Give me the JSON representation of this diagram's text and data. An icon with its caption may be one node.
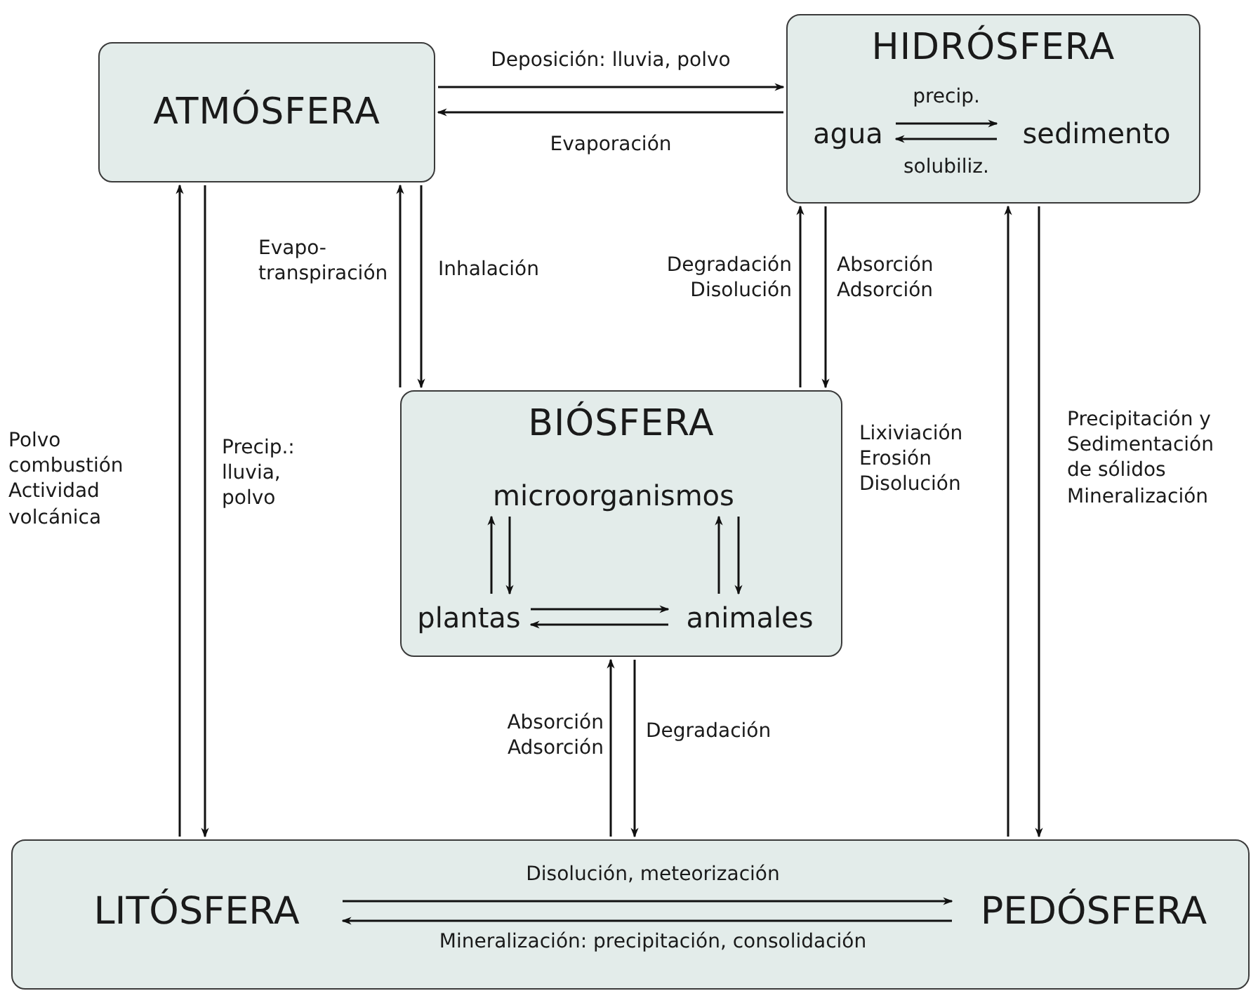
{
  "diagram": {
    "nodes": [
      {
        "text": [
          "ATMÓSFERA"
        ]
      },
      {
        "text": [
          "HIDRÓSFERA"
        ]
      },
      {
        "text": [
          "agua"
        ],
        "in": 1
      },
      {
        "text": [
          "sedimento"
        ],
        "in": 1
      },
      {
        "text": [
          "BIÓSFERA"
        ]
      },
      {
        "text": [
          "microorganismos"
        ],
        "in": 4
      },
      {
        "text": [
          "plantas"
        ],
        "in": 4
      },
      {
        "text": [
          "animales"
        ],
        "in": 4
      },
      {
        "text": [],
        "shape": "box"
      },
      {
        "text": [
          "LITÓSFERA"
        ],
        "in": 8
      },
      {
        "text": [
          "PEDÓSFERA"
        ],
        "in": 8
      }
    ],
    "edges": [
      {
        "from": 0,
        "to": 1,
        "arrow": "to",
        "label": "Deposición: lluvia, polvo"
      },
      {
        "from": 1,
        "to": 0,
        "arrow": "to",
        "label": "Evaporación"
      },
      {
        "from": 2,
        "to": 3,
        "arrow": "to",
        "label": "precip."
      },
      {
        "from": 3,
        "to": 2,
        "arrow": "to",
        "label": "solubiliz."
      },
      {
        "from": 4,
        "to": 0,
        "arrow": "to",
        "label": "Evapo- transpiración"
      },
      {
        "from": 0,
        "to": 4,
        "arrow": "to",
        "label": "Inhalación"
      },
      {
        "from": 4,
        "to": 1,
        "arrow": "to",
        "label": "Degradación Disolución"
      },
      {
        "from": 1,
        "to": 4,
        "arrow": "to",
        "label": "Absorción Adsorción"
      },
      {
        "from": 8,
        "to": 0,
        "arrow": "to",
        "label": "Polvo combustión Actividad volcánica"
      },
      {
        "from": 0,
        "to": 8,
        "arrow": "to",
        "label": "Precip.: lluvia, polvo"
      },
      {
        "from": 8,
        "to": 1,
        "arrow": "to",
        "label": "Lixiviación Erosión Disolución"
      },
      {
        "from": 1,
        "to": 8,
        "arrow": "to",
        "label": "Precipitación y Sedimentación de sólidos Mineralización"
      },
      {
        "from": 6,
        "to": 5,
        "arrow": "to"
      },
      {
        "from": 5,
        "to": 6,
        "arrow": "to"
      },
      {
        "from": 7,
        "to": 5,
        "arrow": "to"
      },
      {
        "from": 5,
        "to": 7,
        "arrow": "to"
      },
      {
        "from": 6,
        "to": 7,
        "arrow": "to"
      },
      {
        "from": 7,
        "to": 6,
        "arrow": "to"
      },
      {
        "from": 8,
        "to": 4,
        "arrow": "to",
        "label": "Absorción Adsorción"
      },
      {
        "from": 4,
        "to": 8,
        "arrow": "to",
        "label": "Degradación"
      },
      {
        "from": 9,
        "to": 10,
        "arrow": "to",
        "label": "Disolución, meteorización"
      },
      {
        "from": 10,
        "to": 9,
        "arrow": "to",
        "label": "Mineralización: precipitación, consolidación"
      }
    ]
  }
}
